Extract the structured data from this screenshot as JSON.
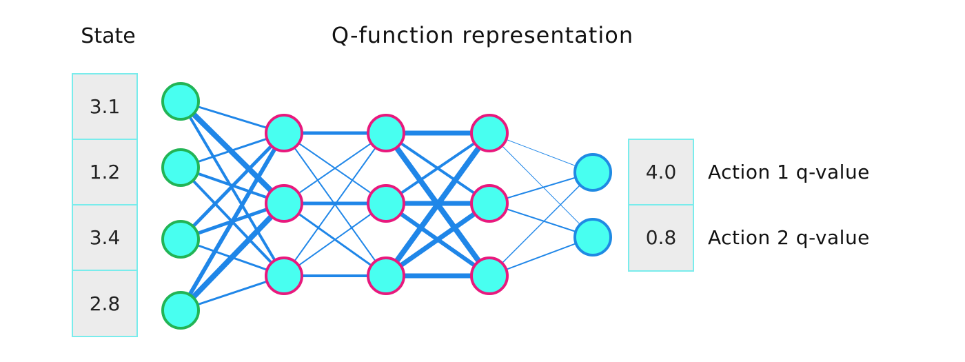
{
  "title": "Q-function representation",
  "state": {
    "title": "State",
    "values": [
      "3.1",
      "1.2",
      "3.4",
      "2.8"
    ]
  },
  "outputs": [
    {
      "value": "4.0",
      "label": "Action 1 q-value"
    },
    {
      "value": "0.8",
      "label": "Action 2 q-value"
    }
  ],
  "colors": {
    "input_node_stroke": "#22b455",
    "hidden_node_stroke": "#e8197d",
    "output_node_stroke": "#1f8ae3",
    "node_fill": "#48fff0",
    "edge": "#1f86e8",
    "cell_fill": "#ececec",
    "cell_border": "#79ecec"
  }
}
